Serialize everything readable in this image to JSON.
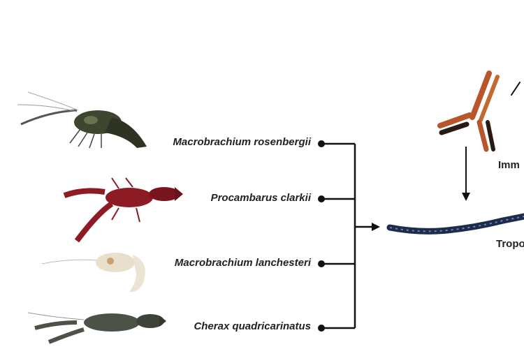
{
  "species": [
    {
      "name": "Macrobrachium rosenbergii",
      "color": "#3f4630"
    },
    {
      "name": "Procambarus clarkii",
      "color": "#8e1a24"
    },
    {
      "name": "Macrobrachium lanchesteri",
      "color": "#e8e0cc"
    },
    {
      "name": "Cherax quadricarinatus",
      "color": "#4c5247"
    }
  ],
  "labels": {
    "immunoglobulin": "Imm",
    "tropomyosin": "Tropo"
  },
  "colors": {
    "line": "#111111",
    "antibody": "#b8552a",
    "antibody_dark": "#2a1a14",
    "protein": "#1f2b4a"
  }
}
